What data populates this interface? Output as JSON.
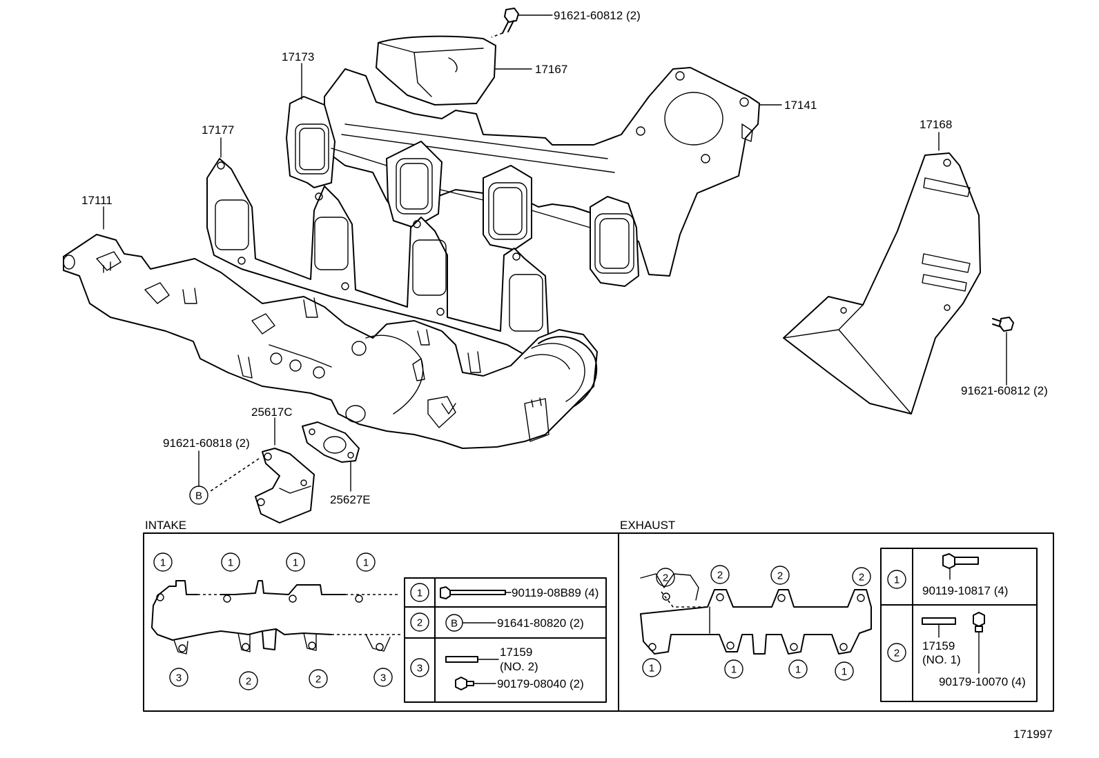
{
  "figure_number": "171997",
  "parts": {
    "bolt_top": {
      "number": "91621-60812",
      "qty": "(2)"
    },
    "heat_insulator_upper": {
      "number": "17167"
    },
    "exhaust_gasket": {
      "number": "17173"
    },
    "intake_gasket": {
      "number": "17177"
    },
    "exhaust_manifold": {
      "number": "17141"
    },
    "intake_manifold": {
      "number": "17111"
    },
    "heat_insulator_lower": {
      "number": "17168"
    },
    "bolt_right": {
      "number": "91621-60812",
      "qty": "(2)"
    },
    "bracket": {
      "number": "25617C"
    },
    "bolt_bracket": {
      "number": "91621-60818",
      "qty": "(2)"
    },
    "egr_gasket": {
      "number": "25627E"
    },
    "ref_marker": "B"
  },
  "intake_panel": {
    "title": "INTAKE",
    "top_markers": [
      "1",
      "1",
      "1",
      "1"
    ],
    "bottom_markers": [
      "3",
      "2",
      "2",
      "3"
    ],
    "legend": [
      {
        "marker": "1",
        "part": "90119-08B89",
        "qty": "(4)"
      },
      {
        "marker": "2",
        "ref": "B",
        "part": "91641-80820",
        "qty": "(2)"
      },
      {
        "marker": "3",
        "part": "17159",
        "note": "(NO. 2)",
        "part2": "90179-08040",
        "qty2": "(2)"
      }
    ]
  },
  "exhaust_panel": {
    "title": "EXHAUST",
    "top_markers": [
      "2",
      "2",
      "2",
      "2"
    ],
    "bottom_markers": [
      "1",
      "1",
      "1",
      "1"
    ],
    "legend": [
      {
        "marker": "1",
        "part": "90119-10817",
        "qty": "(4)"
      },
      {
        "marker": "2",
        "part": "17159",
        "note": "(NO. 1)",
        "part2": "90179-10070",
        "qty2": "(4)"
      }
    ]
  }
}
